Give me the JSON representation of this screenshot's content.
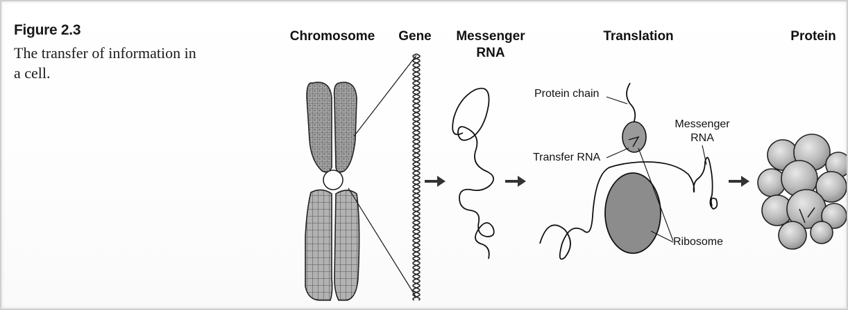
{
  "caption": {
    "figure_label": "Figure 2.3",
    "description_line1": "The transfer of information in",
    "description_line2": "a cell."
  },
  "stages": {
    "chromosome": "Chromosome",
    "gene": "Gene",
    "messenger_line1": "Messenger",
    "messenger_line2": "RNA",
    "translation": "Translation",
    "protein": "Protein"
  },
  "annotations": {
    "protein_chain": "Protein chain",
    "transfer_rna": "Transfer RNA",
    "mrna_line1": "Messenger",
    "mrna_line2": "RNA",
    "ribosome": "Ribosome"
  },
  "colors": {
    "chromosome_fill": "#9a9a9a",
    "ribosome_fill": "#8c8c8c",
    "protein_fill": "#bdbdbd",
    "stroke": "#111111"
  }
}
